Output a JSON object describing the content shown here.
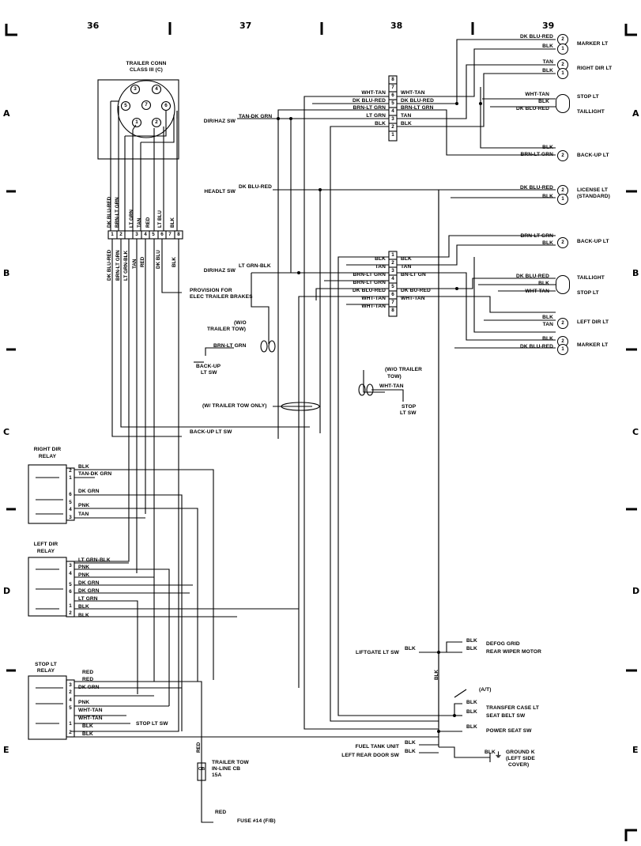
{
  "grid": {
    "columns": [
      "36",
      "37",
      "38",
      "39"
    ],
    "rows": [
      "A",
      "B",
      "C",
      "D",
      "E"
    ]
  },
  "trailer_conn": {
    "title": "TRAILER CONN",
    "subtitle": "CLASS III (C)",
    "pins": [
      "3",
      "4",
      "5",
      "7",
      "6",
      "1",
      "2"
    ]
  },
  "cavity_numbers": [
    "1",
    "2",
    "3",
    "4",
    "5",
    "6",
    "7",
    "8"
  ],
  "vertical_wires_upper": [
    "DK BLU-RED",
    "BRN-LT GRN",
    "LT GRN",
    "TAN",
    "RED",
    "LT BLU",
    "BLK"
  ],
  "vertical_wires_lower": [
    "DK BLU-RED",
    "BRN-LT GRN",
    "LT GRN-BLK",
    "TAN",
    "RED",
    "DK BLU",
    "BLK"
  ],
  "switches": {
    "dir_haz_a": "DIR/HAZ SW",
    "dir_haz_a_wire": "TAN-DK GRN",
    "headlt": "HEADLT SW",
    "headlt_wire": "DK BLU-RED",
    "dir_haz_b": "DIR/HAZ SW",
    "dir_haz_b_wire": "LT GRN-BLK",
    "provision_1": "PROVISION FOR",
    "provision_2": "ELEC TRAILER BRAKES",
    "wo_tow_1": "(W/O",
    "wo_tow_2": "TRAILER TOW)",
    "backup_wire": "BRN-LT GRN",
    "backup_sw_1": "BACK-UP",
    "backup_sw_2": "LT SW",
    "w_tow_only": "(W/ TRAILER TOW ONLY)",
    "wo_tow_r1": "(W/O TRAILER",
    "wo_tow_r2": "TOW)",
    "stop_wire": "WHT-TAN",
    "stop_sw_1": "STOP",
    "stop_sw_2": "LT SW",
    "backup_lt_sw": "BACK-UP LT SW"
  },
  "upper_connector": {
    "left_wires": [
      "WHT-TAN",
      "DK BLU-RED",
      "BRN-LT GRN",
      "LT GRN",
      "BLK"
    ],
    "pins": [
      "8",
      "7",
      "6",
      "5",
      "4",
      "3",
      "2",
      "1"
    ],
    "right_wires": [
      "WHT-TAN",
      "DK BLU-RED",
      "BRN-LT GRN",
      "TAN",
      "BLK"
    ]
  },
  "lower_connector": {
    "left_wires": [
      "BLK",
      "TAN",
      "BRN-LT GRN",
      "BRN-LT GRN",
      "DK BLU-RED",
      "WHT-TAN",
      "WHT-TAN"
    ],
    "pins": [
      "1",
      "2",
      "3",
      "4",
      "5",
      "6",
      "7",
      "8"
    ],
    "right_wires": [
      "BLK",
      "TAN",
      "BN-LT GN",
      "DK BU-RED",
      "WHT-TAN"
    ]
  },
  "right_lamps": {
    "marker_top": {
      "w1": "DK BLU-RED",
      "w2": "BLK",
      "label": "MARKER LT"
    },
    "right_dir": {
      "w1": "TAN",
      "w2": "BLK",
      "label": "RIGHT DIR LT"
    },
    "stop_tail": {
      "w1": "WHT-TAN",
      "w2": "BLK",
      "w3": "DK BLU-RED",
      "label1": "STOP LT",
      "label2": "TAILLIGHT"
    },
    "backup_top": {
      "w1": "BLK",
      "w2": "BRN-LT GRN",
      "label": "BACK-UP LT"
    },
    "license": {
      "w1": "DK BLU-RED",
      "w2": "BLK",
      "label1": "LICENSE LT",
      "label2": "(STANDARD)"
    },
    "backup_bot": {
      "w1": "BRN-LT GRN",
      "w2": "BLK",
      "label": "BACK-UP LT"
    },
    "tail_stop": {
      "w1": "DK BLU-RED",
      "w2": "BLK",
      "w3": "WHT-TAN",
      "label1": "TAILLIGHT",
      "label2": "STOP LT"
    },
    "left_dir": {
      "w1": "BLK",
      "w2": "TAN",
      "label": "LEFT DIR LT"
    },
    "marker_bot": {
      "w1": "BLK",
      "w2": "DK BLU-RED",
      "label": "MARKER LT"
    }
  },
  "right_dir_relay": {
    "title1": "RIGHT DIR",
    "title2": "RELAY",
    "pins": [
      "2",
      "1",
      "6",
      "5",
      "4",
      "3"
    ],
    "wires": [
      "BLK",
      "TAN-DK GRN",
      "DK GRN",
      "PNK",
      "TAN"
    ]
  },
  "left_dir_relay": {
    "title1": "LEFT DIR",
    "title2": "RELAY",
    "pins": [
      "3",
      "4",
      "5",
      "6",
      "1",
      "2"
    ],
    "wires": [
      "LT GRN-BLK",
      "PNK",
      "PNK",
      "DK GRN",
      "DK GRN",
      "LT GRN",
      "BLK",
      "BLK"
    ]
  },
  "stop_lt_relay": {
    "title1": "STOP LT",
    "title2": "RELAY",
    "pins": [
      "3",
      "2",
      "4",
      "5",
      "1",
      "2"
    ],
    "wires": [
      "RED",
      "RED",
      "DK GRN",
      "PNK",
      "WHT-TAN",
      "WHT-TAN",
      "BLK",
      "BLK"
    ],
    "stop_lt_sw": "STOP LT SW"
  },
  "trailer_tow": {
    "wire": "RED",
    "cb_label": "CB",
    "label1": "TRAILER TOW",
    "label2": "IN-LINE CB",
    "label3": "15A",
    "fuse_wire": "RED",
    "fuse": "FUSE #14 (F/B)"
  },
  "ground_section": {
    "blk_vertical": "BLK",
    "liftgate_sw": "LIFTGATE LT SW",
    "liftgate_wire": "BLK",
    "defog_wire": "BLK",
    "defog": "DEFOG GRID",
    "wiper_wire": "BLK",
    "wiper": "REAR WIPER MOTOR",
    "at": "(A/T)",
    "transfer_wire": "BLK",
    "transfer": "TRANSFER CASE LT",
    "seatbelt_wire": "BLK",
    "seatbelt": "SEAT BELT SW",
    "power_seat_wire": "BLK",
    "power_seat": "POWER SEAT SW",
    "fuel_tank": "FUEL TANK UNIT",
    "fuel_wire": "BLK",
    "door_sw": "LEFT REAR DOOR SW",
    "door_wire": "BLK",
    "ground_wire": "BLK",
    "ground1": "GROUND K",
    "ground2": "(LEFT SIDE",
    "ground3": "COVER)"
  },
  "lamp_pin_1": "1",
  "lamp_pin_2": "2"
}
